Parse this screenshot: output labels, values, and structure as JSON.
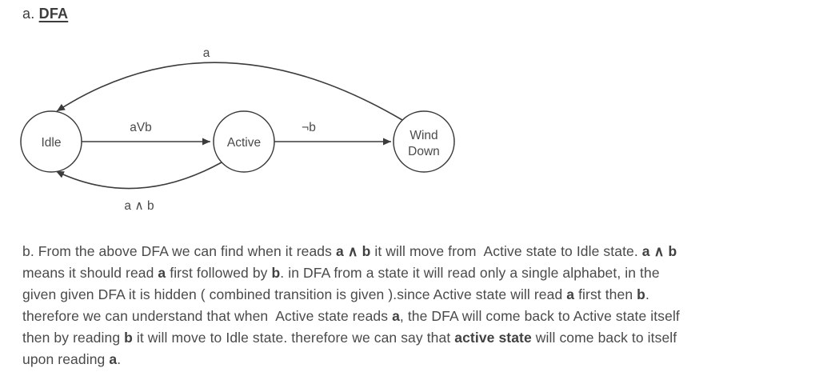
{
  "title": {
    "prefix": "a. ",
    "label": "DFA"
  },
  "diagram": {
    "type": "state-machine",
    "stroke_color": "#3b3b3b",
    "text_color": "#4a4a4a",
    "states": [
      {
        "id": "idle",
        "label": "Idle",
        "label_lines": [
          "Idle"
        ]
      },
      {
        "id": "active",
        "label": "Active",
        "label_lines": [
          "Active"
        ]
      },
      {
        "id": "wind-down",
        "label": "Wind Down",
        "label_lines": [
          "Wind",
          "Down"
        ]
      }
    ],
    "transitions": [
      {
        "from": "Idle",
        "to": "Active",
        "label": "aVb"
      },
      {
        "from": "Active",
        "to": "Wind Down",
        "label": "¬b"
      },
      {
        "from": "Wind Down",
        "to": "Idle",
        "label": "a"
      },
      {
        "from": "Active",
        "to": "Idle",
        "label": "a ∧ b"
      }
    ]
  },
  "paragraph": {
    "lines": [
      [
        {
          "t": "b. From the above DFA we can find when it reads "
        },
        {
          "t": "a ∧ b",
          "b": true
        },
        {
          "t": " it will move from  Active state to Idle state. "
        },
        {
          "t": "a ∧ b",
          "b": true
        }
      ],
      [
        {
          "t": "means it should read "
        },
        {
          "t": "a",
          "b": true
        },
        {
          "t": " first followed by "
        },
        {
          "t": "b",
          "b": true
        },
        {
          "t": ". in DFA from a state it will read only a single alphabet, in the"
        }
      ],
      [
        {
          "t": "given given DFA it is hidden ( combined transition is given ).since Active state will read "
        },
        {
          "t": "a",
          "b": true
        },
        {
          "t": " first then "
        },
        {
          "t": "b",
          "b": true
        },
        {
          "t": "."
        }
      ],
      [
        {
          "t": "therefore we can understand that when  Active state reads "
        },
        {
          "t": "a",
          "b": true
        },
        {
          "t": ", the DFA will come back to Active state itself"
        }
      ],
      [
        {
          "t": "then by reading "
        },
        {
          "t": "b",
          "b": true
        },
        {
          "t": " it will move to Idle state. therefore we can say that "
        },
        {
          "t": "active state",
          "b": true
        },
        {
          "t": " will come back to itself"
        }
      ],
      [
        {
          "t": "upon reading "
        },
        {
          "t": "a",
          "b": true
        },
        {
          "t": "."
        }
      ]
    ]
  }
}
